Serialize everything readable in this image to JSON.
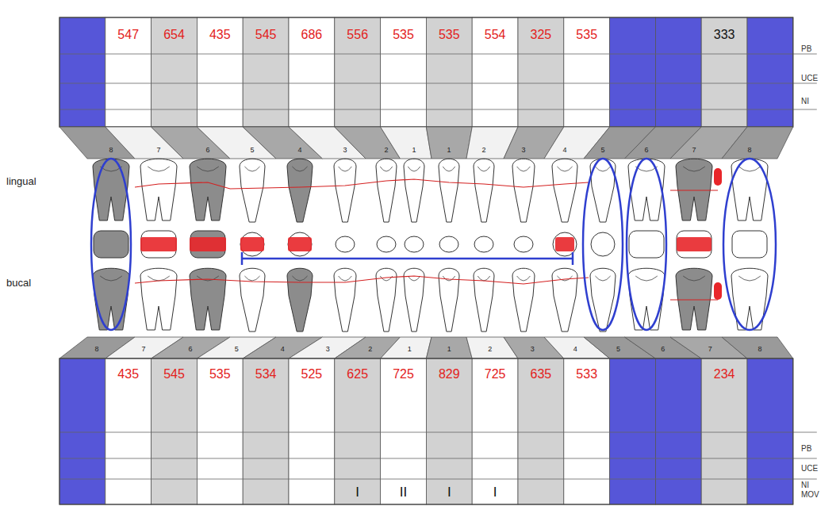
{
  "diagram": {
    "labels": [
      "547",
      "654",
      "435",
      "545",
      "686",
      "556",
      "535",
      "535",
      "554",
      "325",
      "535",
      "333",
      "PB",
      "UCE",
      "NI",
      "8",
      "7",
      "6",
      "5",
      "4",
      "3",
      "2",
      "1",
      "1",
      "2",
      "3",
      "4",
      "5",
      "6",
      "7",
      "8",
      "lingual",
      "bucal",
      "8",
      "7",
      "6",
      "5",
      "4",
      "3",
      "2",
      "1",
      "1",
      "2",
      "3",
      "4",
      "5",
      "6",
      "7",
      "8",
      "435",
      "545",
      "535",
      "534",
      "525",
      "625",
      "725",
      "829",
      "725",
      "635",
      "533",
      "234",
      "PB",
      "UCE",
      "NI",
      "MOV",
      "I",
      "II",
      "I",
      "I"
    ]
  }
}
